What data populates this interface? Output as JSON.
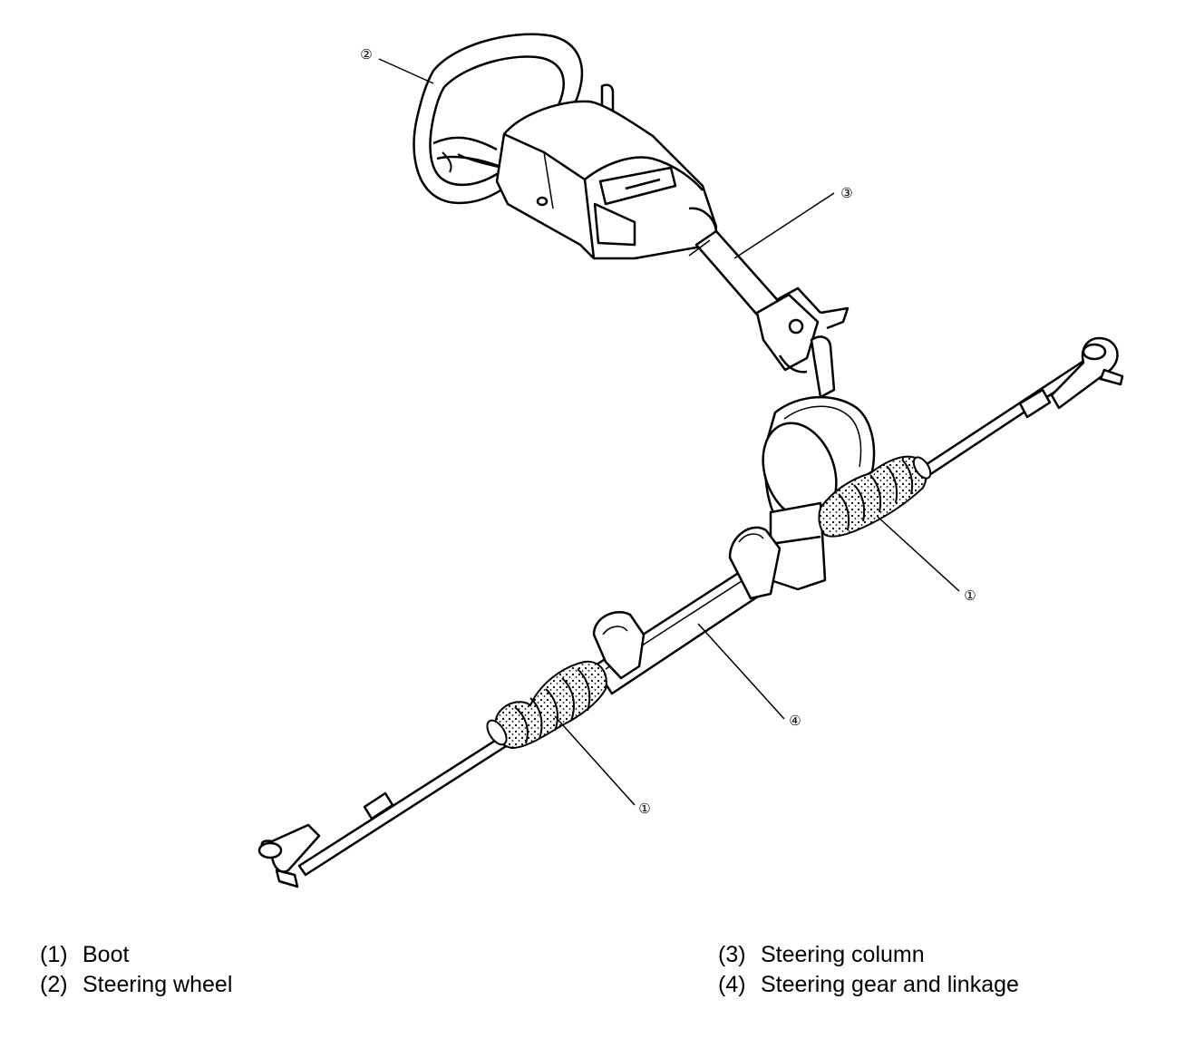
{
  "callouts": {
    "c1a": "①",
    "c1b": "①",
    "c2": "②",
    "c3": "③",
    "c4": "④"
  },
  "legend": {
    "left": [
      {
        "num": "(1)",
        "label": "Boot"
      },
      {
        "num": "(2)",
        "label": "Steering wheel"
      }
    ],
    "right": [
      {
        "num": "(3)",
        "label": "Steering column"
      },
      {
        "num": "(4)",
        "label": "Steering gear and linkage"
      }
    ]
  }
}
